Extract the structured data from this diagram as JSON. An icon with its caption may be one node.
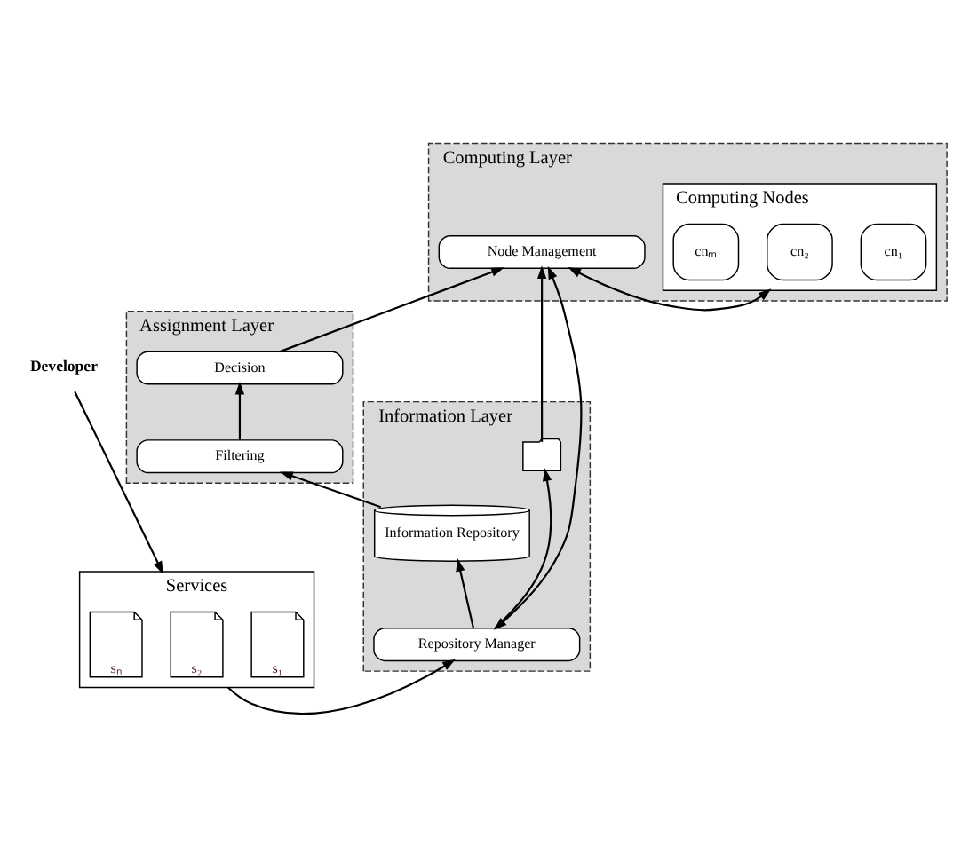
{
  "diagram": {
    "nodes": [
      {
        "text": [
          "Developer"
        ]
      },
      {
        "text": [
          "Services"
        ]
      },
      {
        "text": [
          "s₁"
        ],
        "in": 1
      },
      {
        "text": [
          "s₂"
        ],
        "in": 1
      },
      {
        "text": [
          "sₙ"
        ],
        "in": 1
      },
      {
        "text": [
          "Assignment Layer"
        ]
      },
      {
        "text": [
          "Decision"
        ],
        "in": 5
      },
      {
        "text": [
          "Filtering"
        ],
        "in": 5
      },
      {
        "text": [
          "Information Layer"
        ]
      },
      {
        "text": [
          "Information Repository"
        ],
        "in": 8
      },
      {
        "text": [
          "Repository Manager"
        ],
        "in": 8
      },
      {
        "text": [],
        "shape": "folder",
        "in": 8
      },
      {
        "text": [
          "Computing Layer"
        ]
      },
      {
        "text": [
          "Node Management"
        ],
        "in": 12
      },
      {
        "text": [
          "Computing Nodes"
        ],
        "in": 12
      },
      {
        "text": [
          "cn₁"
        ],
        "in": 14
      },
      {
        "text": [
          "cn₂"
        ],
        "in": 14
      },
      {
        "text": [
          "cnₘ"
        ],
        "in": 14
      }
    ],
    "edges": [
      {
        "from": 0,
        "to": 1,
        "arrow": "to"
      },
      {
        "from": 1,
        "to": 10,
        "arrow": "to"
      },
      {
        "from": 7,
        "to": 6,
        "arrow": "to"
      },
      {
        "from": 9,
        "to": 7,
        "arrow": "to"
      },
      {
        "from": 10,
        "to": 9,
        "arrow": "to"
      },
      {
        "from": 10,
        "to": 11,
        "arrow": "to"
      },
      {
        "from": 11,
        "to": 13,
        "arrow": "to"
      },
      {
        "from": 10,
        "to": 13,
        "arrow": "both"
      },
      {
        "from": 6,
        "to": 13,
        "arrow": "to"
      },
      {
        "from": 13,
        "to": 14,
        "arrow": "both"
      }
    ]
  }
}
